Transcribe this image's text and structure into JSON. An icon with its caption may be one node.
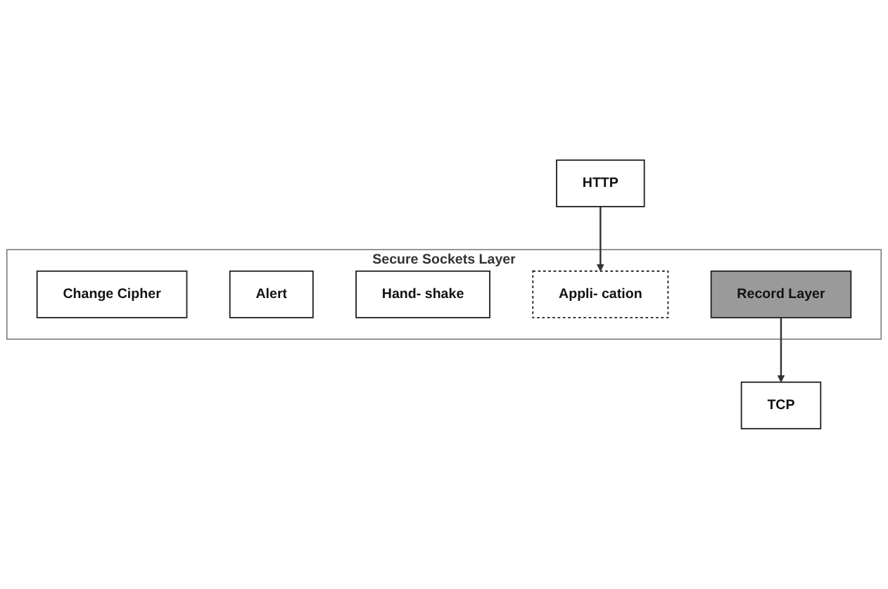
{
  "diagram": {
    "nodes": [
      {
        "text": [
          "HTTP"
        ]
      },
      {
        "text": [
          "Secure Sockets Layer"
        ]
      },
      {
        "text": [
          "Change Cipher"
        ],
        "in": 1
      },
      {
        "text": [
          "Alert"
        ],
        "in": 1
      },
      {
        "text": [
          "Hand- shake"
        ],
        "in": 1
      },
      {
        "text": [
          "Appli- cation"
        ],
        "in": 1
      },
      {
        "text": [
          "Record Layer"
        ],
        "in": 1
      },
      {
        "text": [
          "TCP"
        ]
      }
    ],
    "edges": [
      {
        "from": 0,
        "to": 5,
        "arrow": "to"
      },
      {
        "from": 6,
        "to": 7,
        "arrow": "to"
      }
    ]
  }
}
